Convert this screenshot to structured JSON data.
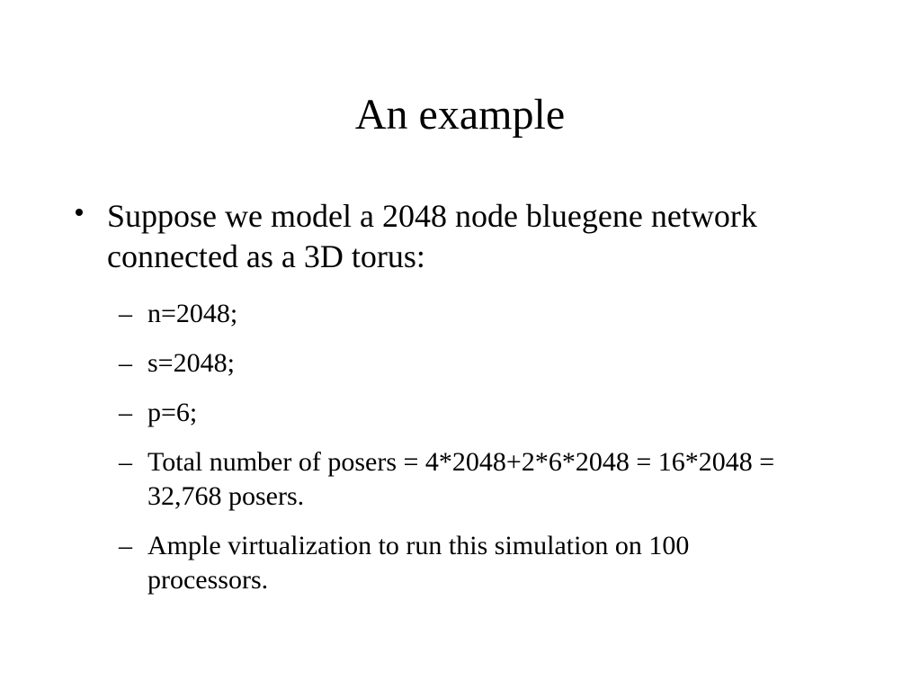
{
  "slide": {
    "title": "An example",
    "bullet": {
      "text": "Suppose we model a 2048 node bluegene network connected as a 3D torus:"
    },
    "sub_bullets": [
      {
        "dash": "–",
        "text": "n=2048;"
      },
      {
        "dash": "–",
        "text": "s=2048;"
      },
      {
        "dash": "–",
        "text": "p=6;"
      },
      {
        "dash": "–",
        "text": "Total number of posers = 4*2048+2*6*2048 = 16*2048 = 32,768 posers."
      },
      {
        "dash": "–",
        "text": "Ample virtualization to run this simulation on 100 processors."
      }
    ]
  }
}
